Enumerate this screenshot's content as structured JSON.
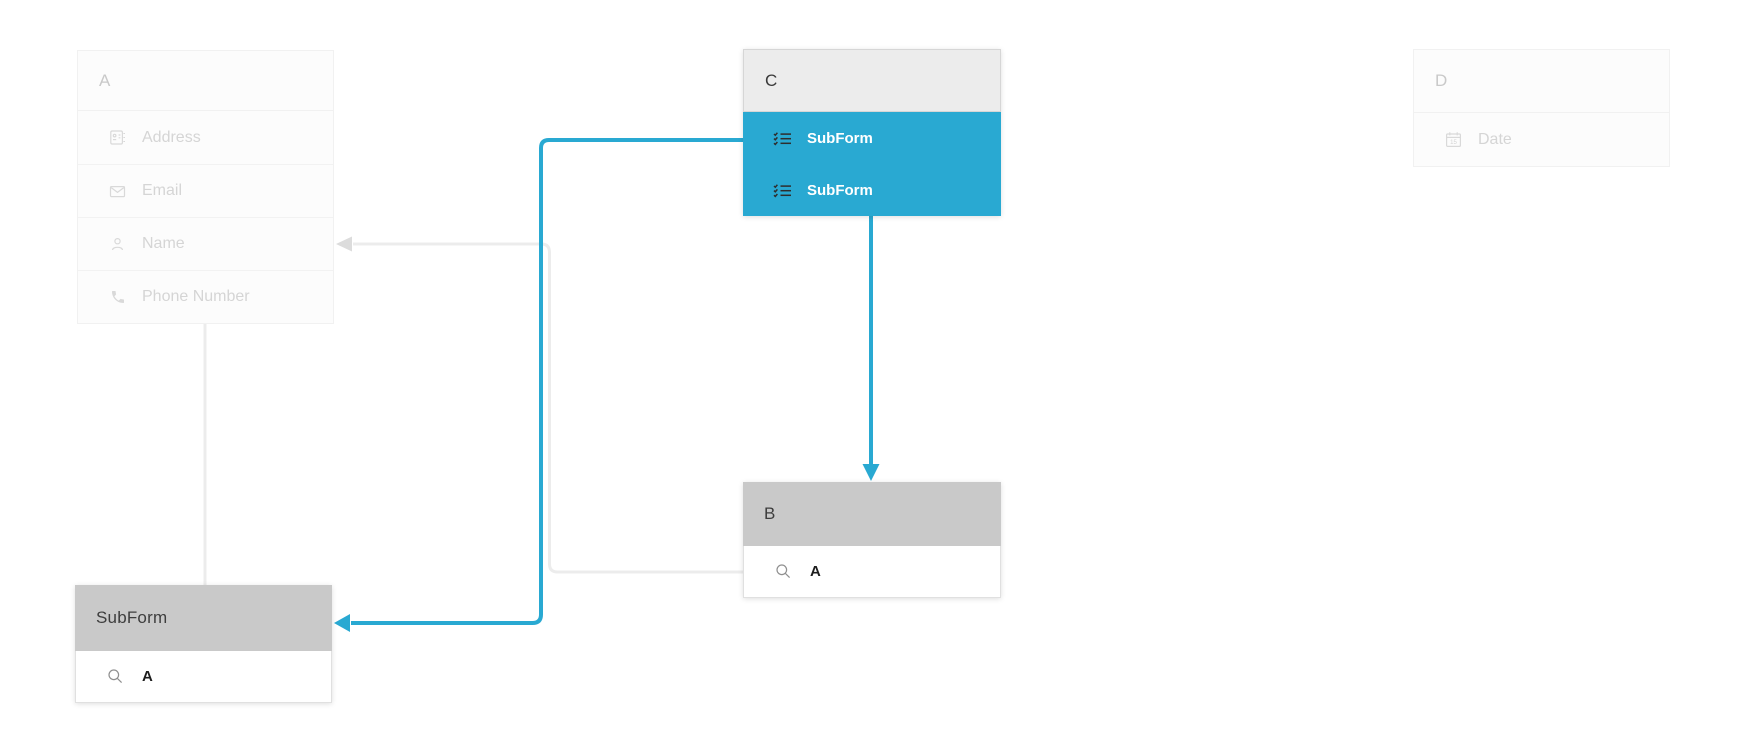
{
  "colors": {
    "accent": "#29a9d2",
    "header_gray": "#c9c9c9",
    "header_light": "#ececec",
    "faded_connector": "#ececec",
    "faded_connector_arrow": "#dcdcdc"
  },
  "forms": {
    "a": {
      "title": "A",
      "fields": [
        {
          "label": "Address",
          "icon": "address-book-icon"
        },
        {
          "label": "Email",
          "icon": "envelope-icon"
        },
        {
          "label": "Name",
          "icon": "person-icon"
        },
        {
          "label": "Phone Number",
          "icon": "phone-icon"
        }
      ]
    },
    "c": {
      "title": "C",
      "fields": [
        {
          "label": "SubForm",
          "icon": "checklist-icon"
        },
        {
          "label": "SubForm",
          "icon": "checklist-icon"
        }
      ]
    },
    "d": {
      "title": "D",
      "fields": [
        {
          "label": "Date",
          "icon": "calendar-icon",
          "icon_day": "15"
        }
      ]
    },
    "b": {
      "title": "B",
      "fields": [
        {
          "label": "A",
          "icon": "search-icon"
        }
      ]
    },
    "subform": {
      "title": "SubForm",
      "fields": [
        {
          "label": "A",
          "icon": "search-icon"
        }
      ]
    }
  }
}
